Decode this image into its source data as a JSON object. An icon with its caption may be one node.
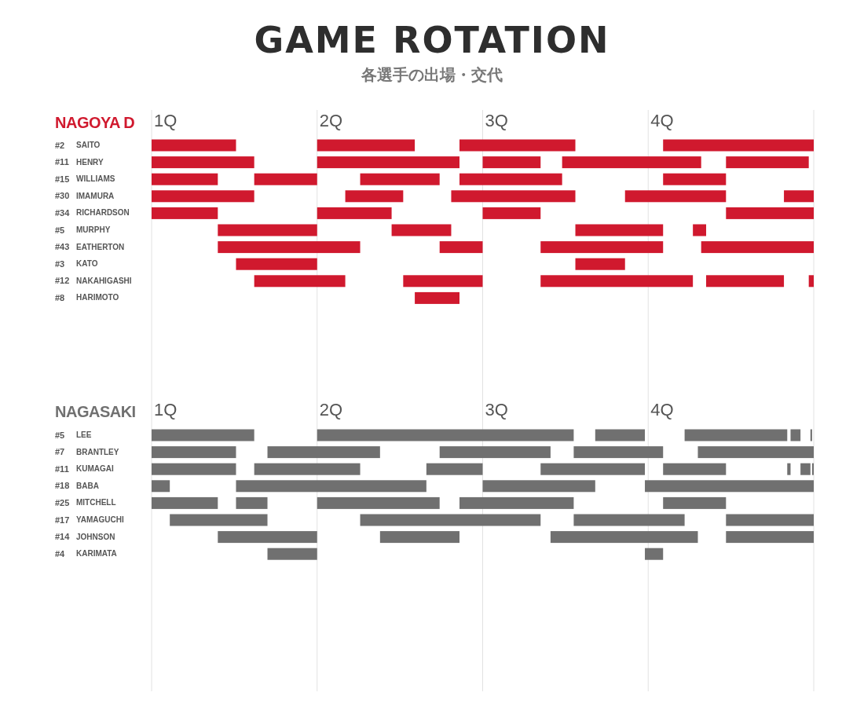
{
  "diagram": {
    "title": "GAME ROTATION",
    "labels": [
      "各選手の出場・交代",
      "NAGOYA D",
      "1Q",
      "2Q",
      "3Q",
      "4Q",
      "#2",
      "SAITO",
      "#11",
      "HENRY",
      "#15",
      "WILLIAMS",
      "#30",
      "IMAMURA",
      "#34",
      "RICHARDSON",
      "#5",
      "MURPHY",
      "#43",
      "EATHERTON",
      "#3",
      "KATO",
      "#12",
      "NAKAHIGASHI",
      "#8",
      "HARIMOTO",
      "NAGASAKI",
      "1Q",
      "2Q",
      "3Q",
      "4Q",
      "#5",
      "LEE",
      "#7",
      "BRANTLEY",
      "#11",
      "KUMAGAI",
      "#18",
      "BABA",
      "#25",
      "MITCHELL",
      "#17",
      "YAMAGUCHI",
      "#14",
      "JOHNSON",
      "#4",
      "KARIMATA"
    ]
  }
}
